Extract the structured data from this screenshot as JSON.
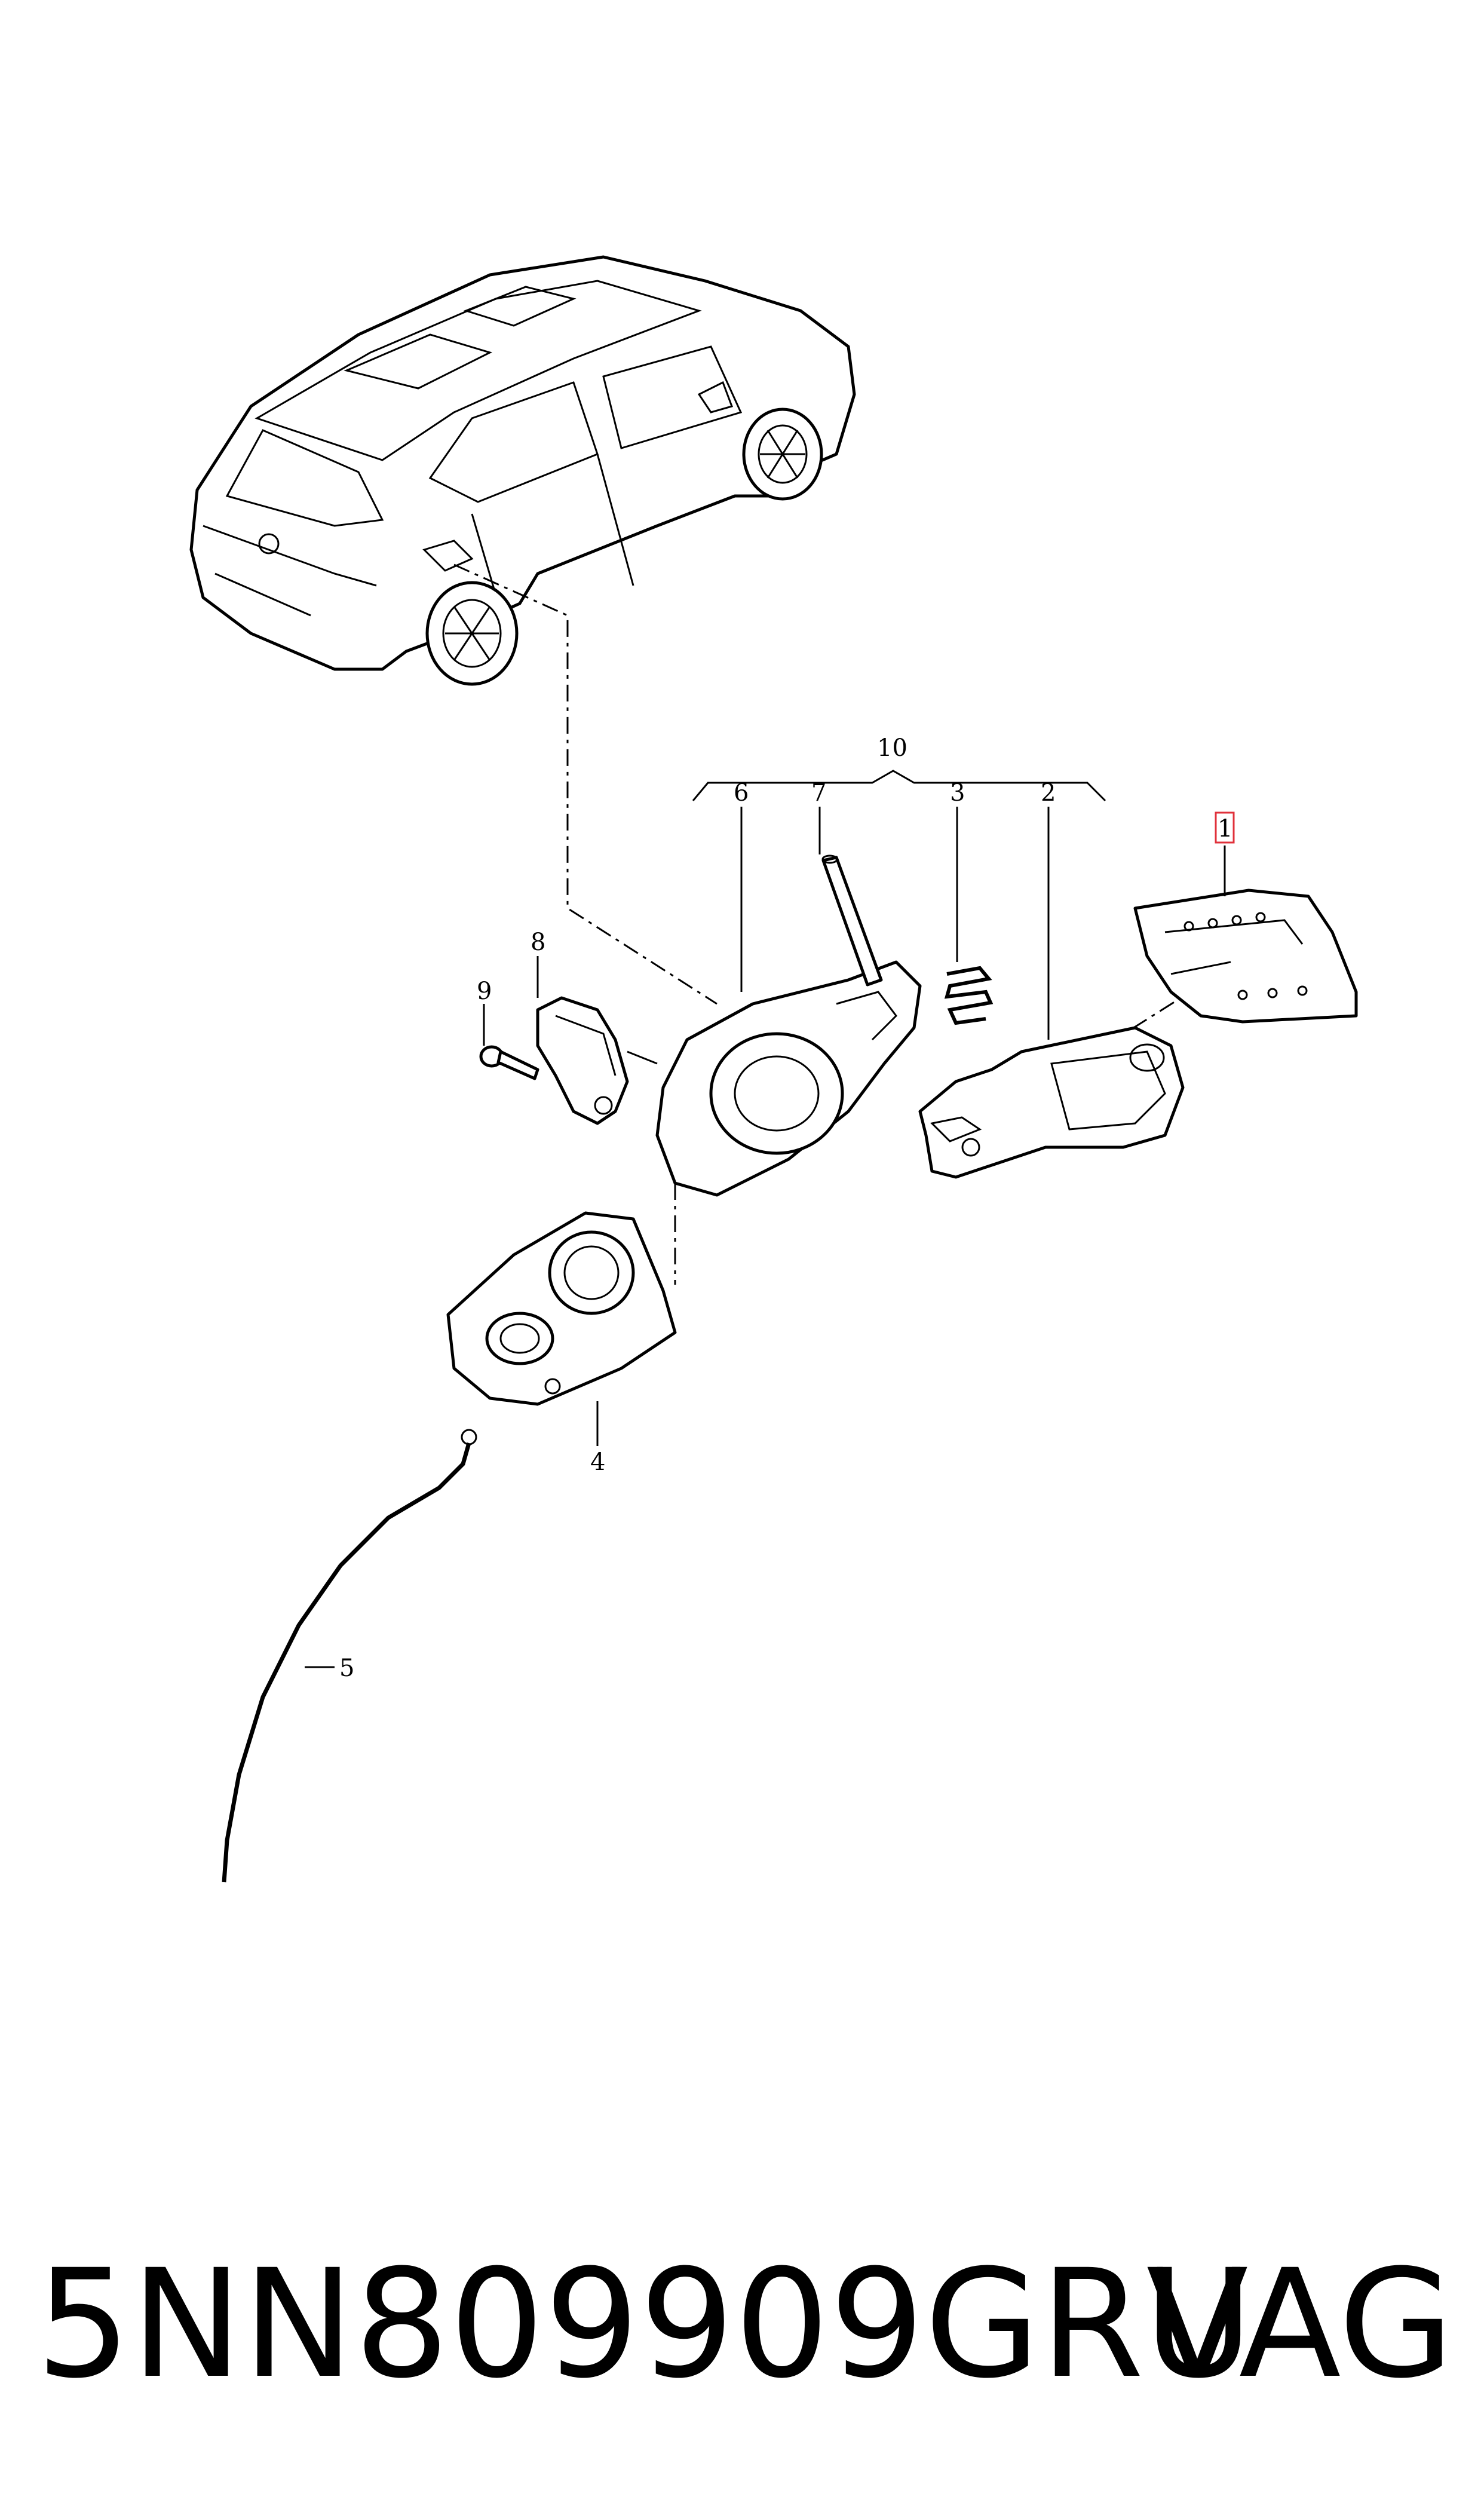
{
  "callouts": {
    "c1": "1",
    "c2": "2",
    "c3": "3",
    "c4": "4",
    "c5": "5",
    "c6": "6",
    "c7": "7",
    "c8": "8",
    "c9": "9",
    "c10": "10"
  },
  "highlight_color": "#e0303a",
  "footer": {
    "part_number": "5NN809909GRU",
    "brand": "VAG"
  }
}
